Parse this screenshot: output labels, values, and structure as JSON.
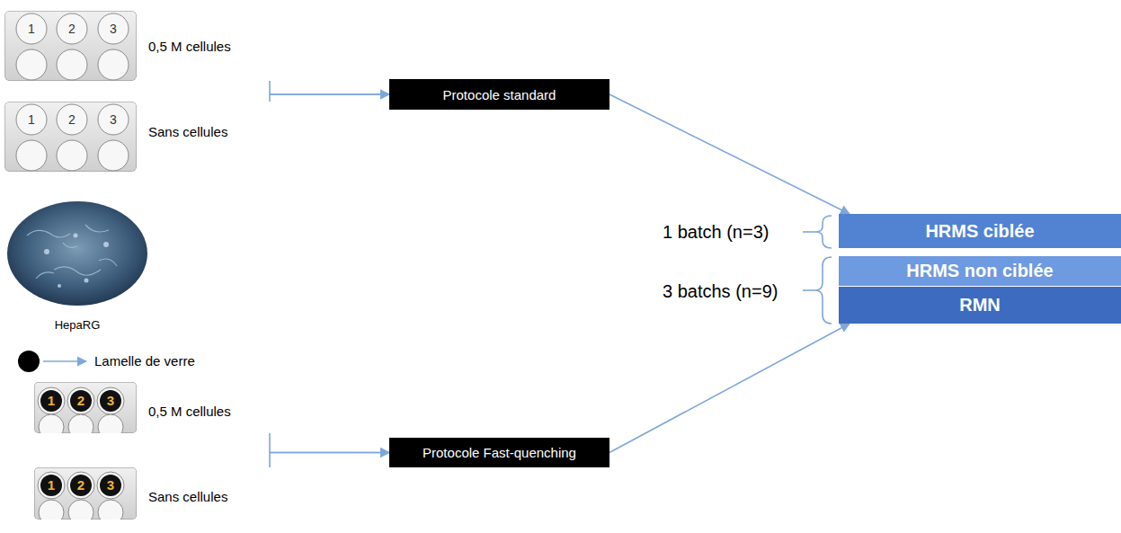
{
  "diagram": {
    "nodes": [
      {
        "text": [
          "1",
          "2",
          "3",
          "0,5 M cellules"
        ]
      },
      {
        "text": [
          "1",
          "2",
          "3",
          "Sans cellules"
        ]
      },
      {
        "text": [
          "1",
          "2",
          "3",
          "0,5 M cellules"
        ]
      },
      {
        "text": [
          "1",
          "2",
          "3",
          "Sans cellules"
        ]
      },
      {
        "text": [
          "Protocole standard"
        ]
      },
      {
        "text": [
          "Protocole Fast-quenching"
        ]
      },
      {
        "text": [
          "HRMS ciblée"
        ]
      },
      {
        "text": [
          "HRMS non ciblée"
        ]
      },
      {
        "text": [
          "RMN"
        ]
      }
    ],
    "edges": [
      {
        "from": 0,
        "to": 4,
        "arrow": "to"
      },
      {
        "from": 1,
        "to": 4,
        "arrow": "to"
      },
      {
        "from": 2,
        "to": 5,
        "arrow": "to"
      },
      {
        "from": 3,
        "to": 5,
        "arrow": "to"
      },
      {
        "from": 4,
        "to": 6,
        "arrow": "to"
      },
      {
        "from": 5,
        "to": 8,
        "arrow": "to"
      }
    ],
    "labels": [
      "HepaRG",
      "Lamelle de verre",
      "1 batch (n=3)",
      "3 batchs (n=9)"
    ]
  }
}
